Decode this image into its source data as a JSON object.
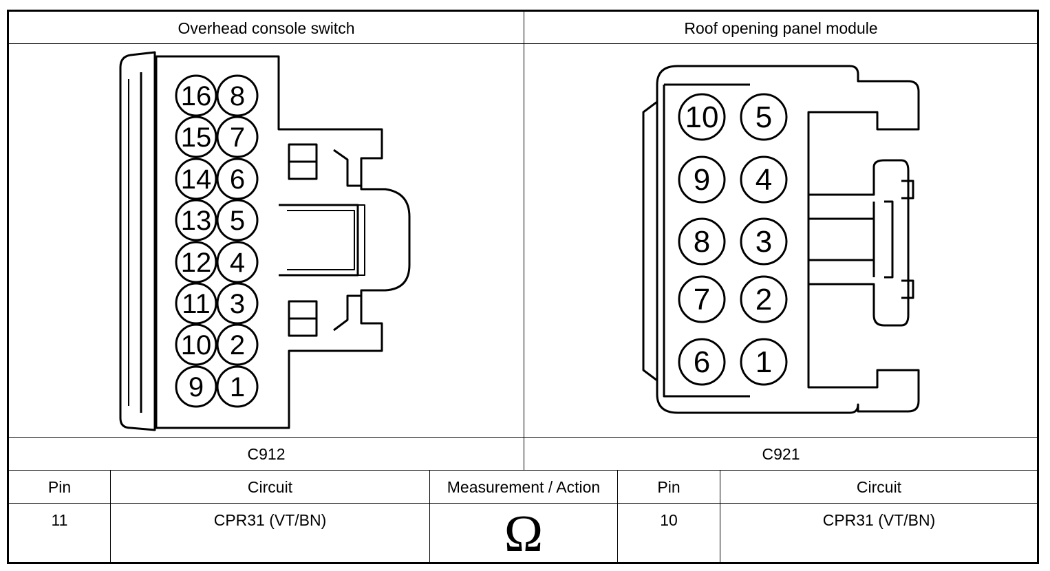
{
  "table": {
    "left_header": "Overhead console switch",
    "right_header": "Roof opening panel module",
    "left_connector": "C912",
    "right_connector": "C921",
    "columns": [
      "Pin",
      "Circuit",
      "Measurement / Action",
      "Pin",
      "Circuit"
    ],
    "row": {
      "pin_a": "11",
      "circuit_a": "CPR31 (VT/BN)",
      "action_symbol": "Ω",
      "pin_b": "10",
      "circuit_b": "CPR31 (VT/BN)"
    }
  },
  "c912_pins": {
    "left_col": [
      "16",
      "15",
      "14",
      "13",
      "12",
      "11",
      "10",
      "9"
    ],
    "right_col": [
      "8",
      "7",
      "6",
      "5",
      "4",
      "3",
      "2",
      "1"
    ]
  },
  "c921_pins": {
    "left_col": [
      "10",
      "9",
      "8",
      "7",
      "6"
    ],
    "right_col": [
      "5",
      "4",
      "3",
      "2",
      "1"
    ]
  },
  "colors": {
    "line": "#000000",
    "background": "#ffffff"
  }
}
